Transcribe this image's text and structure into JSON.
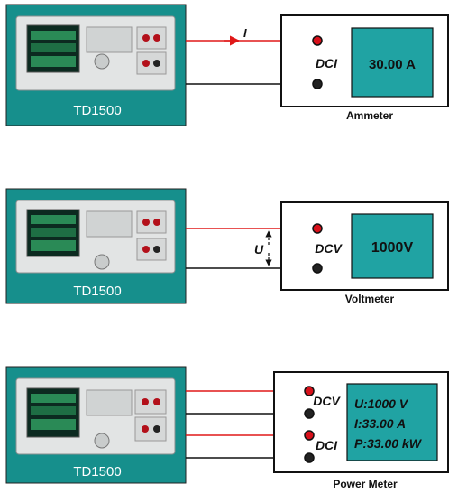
{
  "colors": {
    "panel": "#168f8c",
    "meter_screen": "#20a3a3",
    "wire_red": "#e01818",
    "wire_black": "#111111",
    "terminal_red": "#d8101a"
  },
  "panels": [
    {
      "source_name": "TD1500",
      "meter_caption": "Ammeter",
      "display": [
        "30.00 A"
      ],
      "modes": [
        "DCI"
      ],
      "current_label": "I"
    },
    {
      "source_name": "TD1500",
      "meter_caption": "Voltmeter",
      "display": [
        "1000V"
      ],
      "modes": [
        "DCV"
      ],
      "voltage_label": "U"
    },
    {
      "source_name": "TD1500",
      "meter_caption": "Power Meter",
      "display": [
        "U:1000 V",
        "I:33.00 A",
        "P:33.00 kW"
      ],
      "modes": [
        "DCV",
        "DCI"
      ]
    }
  ]
}
